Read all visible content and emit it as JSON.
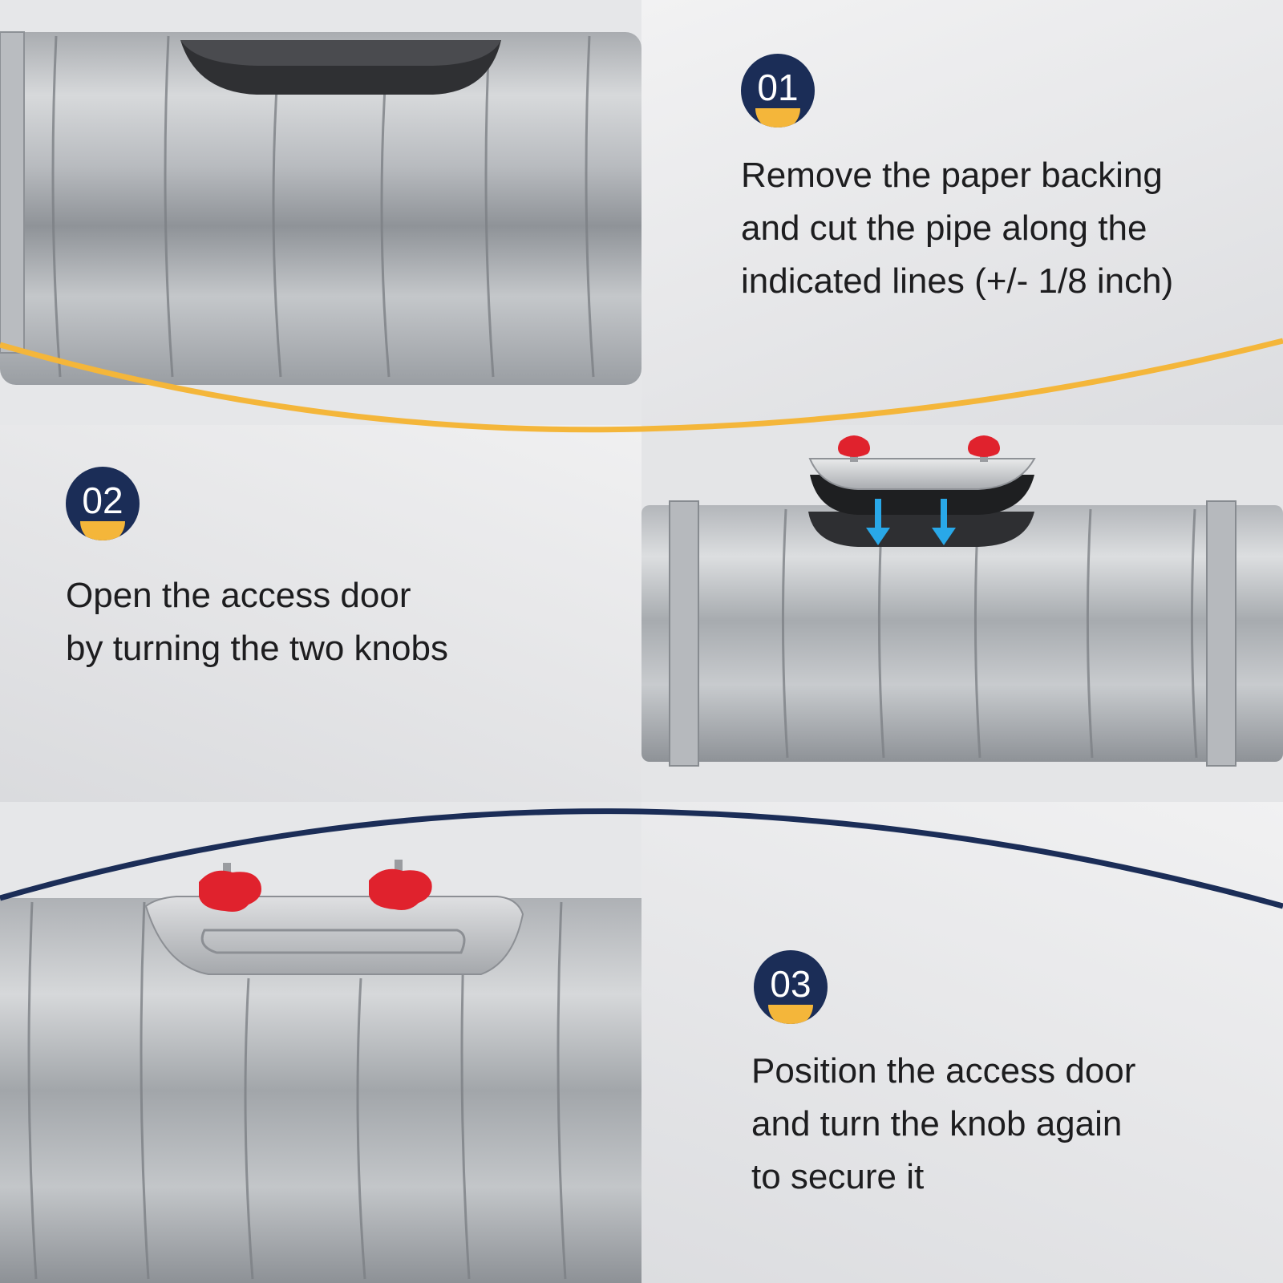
{
  "steps": [
    {
      "number": "01",
      "lines": [
        "Remove the paper backing",
        "and cut the pipe along the",
        "indicated lines (+/- 1/8 inch)"
      ]
    },
    {
      "number": "02",
      "lines": [
        "Open the access door",
        "by turning the two knobs"
      ]
    },
    {
      "number": "03",
      "lines": [
        "Position the access door",
        "and turn the knob again",
        "to secure it"
      ]
    }
  ],
  "colors": {
    "badge": "#1b2d57",
    "accent_yellow": "#f4b63a",
    "divider_navy": "#1b2d57",
    "divider_yellow": "#f4b63a",
    "knob_red": "#e0222d",
    "arrow_blue": "#29a8e8"
  }
}
